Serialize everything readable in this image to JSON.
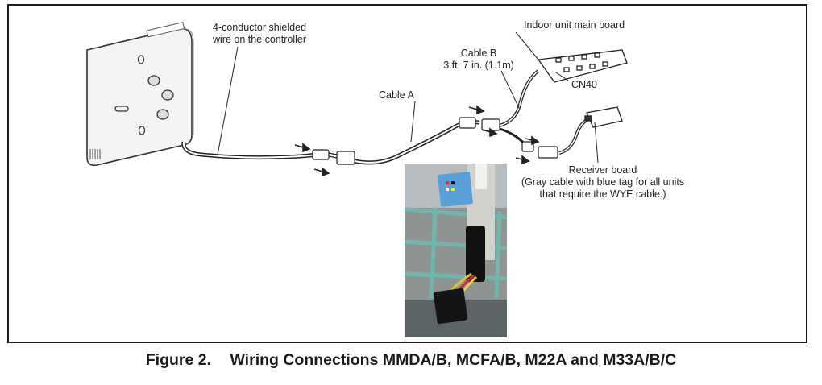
{
  "labels": {
    "shielded_wire_line1": "4-conductor shielded",
    "shielded_wire_line2": "wire on the controller",
    "cable_a": "Cable A",
    "cable_b_line1": "Cable B",
    "cable_b_line2": "3 ft. 7 in. (1.1m)",
    "indoor_board": "Indoor unit main board",
    "cn40": "CN40",
    "receiver_line1": "Receiver board",
    "receiver_line2": "(Gray cable with blue tag for all units",
    "receiver_line3": "that require the WYE cable.)"
  },
  "caption": {
    "number": "Figure 2.",
    "title": "Wiring Connections MMDA/B, MCFA/B, M22A and M33A/B/C"
  },
  "colors": {
    "frame": "#1a1a1a",
    "line": "#222222",
    "controller_fill": "#f4f4f4",
    "photo_tag": "#5a9fd8",
    "photo_grille": "#6fb7ae"
  }
}
